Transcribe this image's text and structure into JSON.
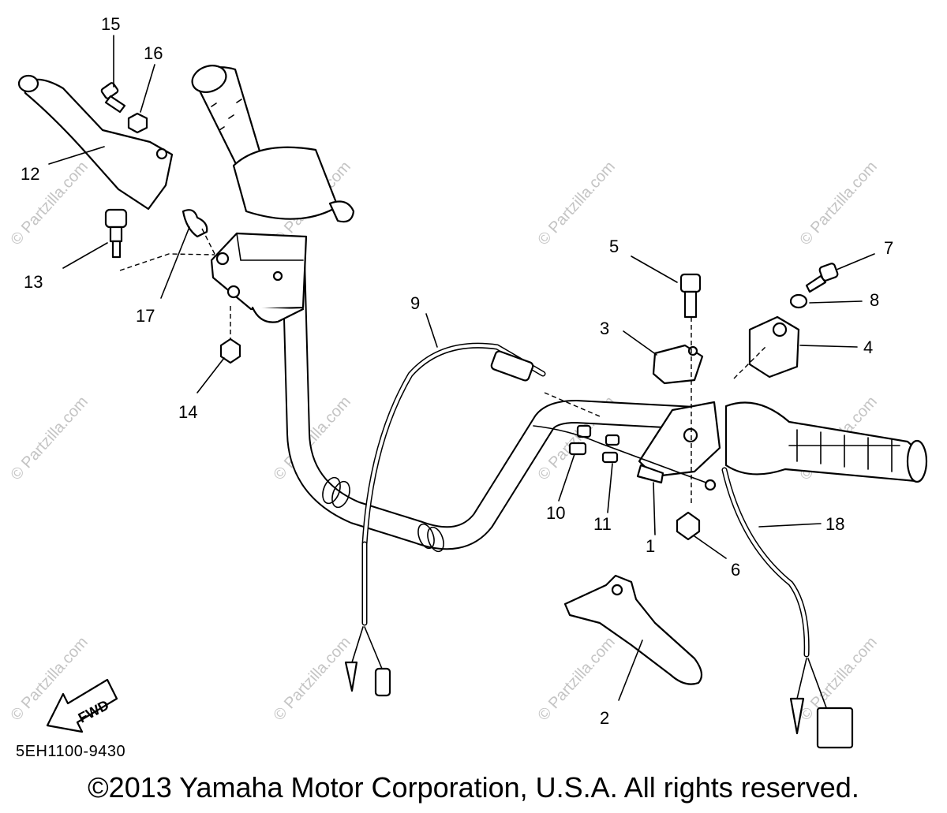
{
  "diagram": {
    "part_callouts": [
      "1",
      "2",
      "3",
      "4",
      "5",
      "6",
      "7",
      "8",
      "9",
      "10",
      "11",
      "12",
      "13",
      "14",
      "15",
      "16",
      "17",
      "18"
    ],
    "watermark_text": "© Partzilla.com",
    "fwd_label": "FWD",
    "diagram_code": "5EH1100-9430",
    "copyright": "©2013 Yamaha Motor Corporation, U.S.A. All rights reserved."
  }
}
